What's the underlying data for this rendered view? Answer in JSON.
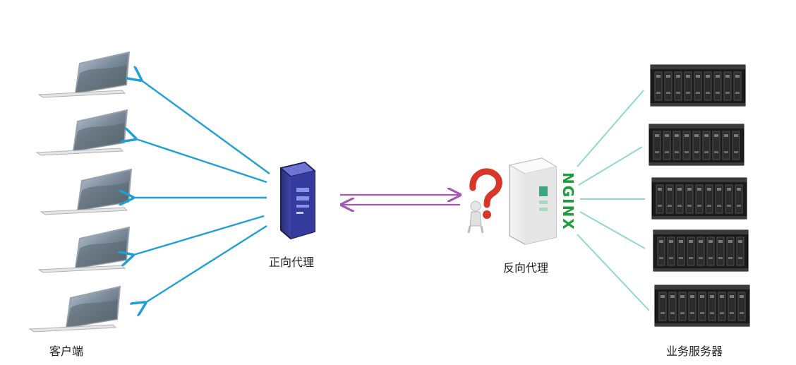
{
  "labels": {
    "clients": "客户端",
    "forward_proxy": "正向代理",
    "reverse_proxy": "反向代理",
    "business_servers": "业务服务器"
  },
  "nginx_logo_text": "NGINX",
  "colors": {
    "client_arrow": "#1ea0d6",
    "proxy_arrow": "#a557b5",
    "server_line": "#8fd8d0",
    "nginx_green": "#1e9b3a",
    "question_mark": "#d9362a",
    "forward_proxy_body": "#3a3f9a"
  },
  "icons": {
    "client": "laptop-icon",
    "forward_proxy": "tower-server-icon",
    "reverse_proxy": "white-server-icon",
    "question": "question-person-icon",
    "server": "rack-server-icon"
  },
  "counts": {
    "clients": 5,
    "servers": 5
  }
}
